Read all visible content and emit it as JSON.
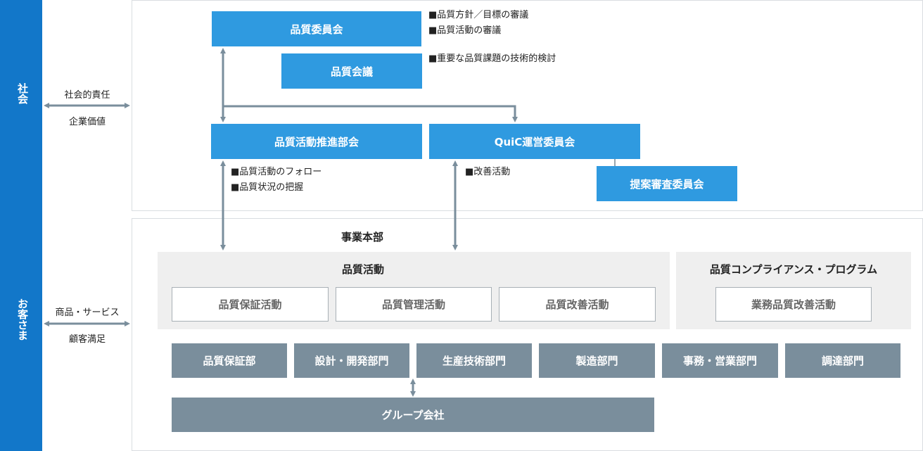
{
  "left": {
    "society": "社会",
    "customer": "お客さま",
    "society_labels": [
      "社会的責任",
      "企業価値"
    ],
    "customer_labels": [
      "商品・サービス",
      "顧客満足"
    ]
  },
  "top": {
    "committee": "品質委員会",
    "committee_notes": [
      "■品質方針／目標の審議",
      "■品質活動の審議"
    ],
    "meeting": "品質会議",
    "meeting_notes": [
      "■重要な品質課題の技術的検討"
    ],
    "promotion": "品質活動推進部会",
    "promotion_notes": [
      "■品質活動のフォロー",
      "■品質状況の把握"
    ],
    "quic": "QuiC運営委員会",
    "quic_notes": [
      "■改善活動"
    ],
    "proposal": "提案審査委員会"
  },
  "bottom": {
    "title": "事業本部",
    "quality_activity": {
      "title": "品質活動",
      "items": [
        "品質保証活動",
        "品質管理活動",
        "品質改善活動"
      ]
    },
    "compliance": {
      "title": "品質コンプライアンス・プログラム",
      "items": [
        "業務品質改善活動"
      ]
    },
    "departments": [
      "品質保証部",
      "設計・開発部門",
      "生産技術部門",
      "製造部門",
      "事務・営業部門",
      "調達部門"
    ],
    "group": "グループ会社"
  },
  "colors": {
    "left_bar": "#1277c9",
    "blue_box": "#2f9ae0",
    "gray_box": "#7a8e9c",
    "arrow": "#7a8e9c"
  }
}
